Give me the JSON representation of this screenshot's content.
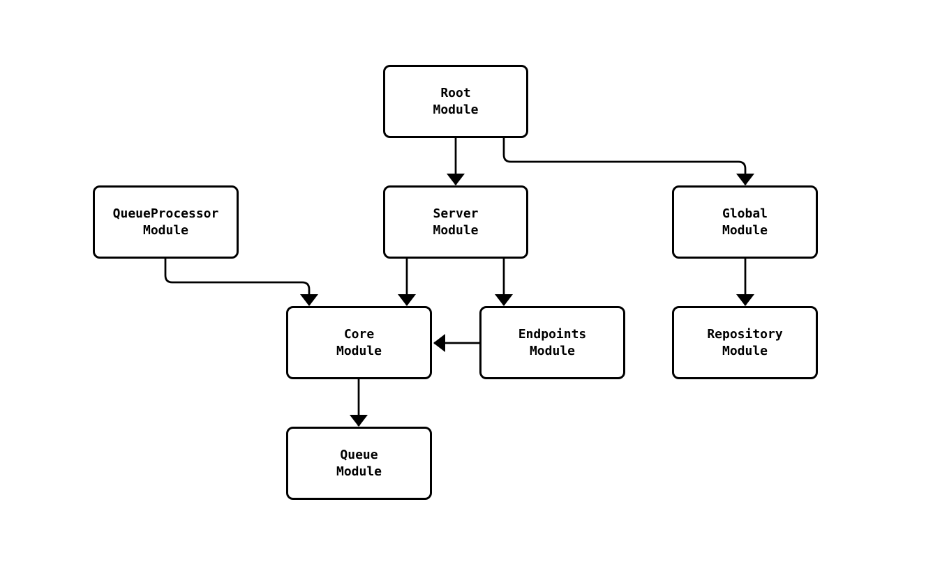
{
  "diagram": {
    "type": "module-dependency-flowchart",
    "colors": {
      "background": "#ffffff",
      "node_fill": "#ffffff",
      "node_border": "#000000",
      "edge_stroke": "#000000",
      "text": "#000000"
    },
    "nodes": {
      "root": {
        "label": "Root\nModule"
      },
      "queueprocessor": {
        "label": "QueueProcessor\nModule"
      },
      "server": {
        "label": "Server\nModule"
      },
      "global": {
        "label": "Global\nModule"
      },
      "core": {
        "label": "Core\nModule"
      },
      "endpoints": {
        "label": "Endpoints\nModule"
      },
      "repository": {
        "label": "Repository\nModule"
      },
      "queue": {
        "label": "Queue\nModule"
      }
    },
    "edges": [
      {
        "from": "Root Module",
        "to": "Server Module"
      },
      {
        "from": "Root Module",
        "to": "Global Module"
      },
      {
        "from": "QueueProcessor Module",
        "to": "Core Module"
      },
      {
        "from": "Server Module",
        "to": "Core Module"
      },
      {
        "from": "Server Module",
        "to": "Endpoints Module"
      },
      {
        "from": "Endpoints Module",
        "to": "Core Module"
      },
      {
        "from": "Global Module",
        "to": "Repository Module"
      },
      {
        "from": "Core Module",
        "to": "Queue Module"
      }
    ]
  }
}
